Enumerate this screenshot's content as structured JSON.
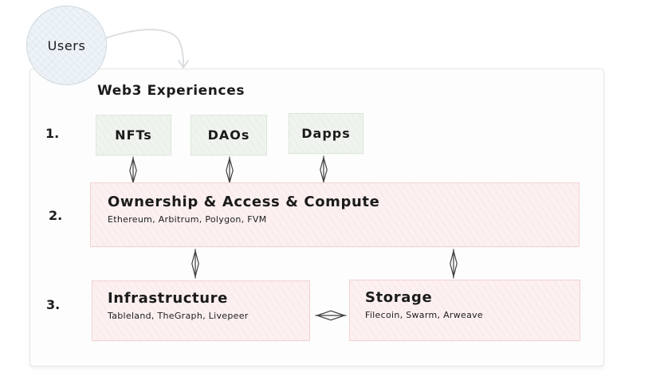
{
  "users": {
    "label": "Users"
  },
  "panel": {
    "title": "Web3 Experiences"
  },
  "rows": [
    {
      "number": "1."
    },
    {
      "number": "2."
    },
    {
      "number": "3."
    }
  ],
  "experience_boxes": [
    {
      "label": "NFTs"
    },
    {
      "label": "DAOs"
    },
    {
      "label": "Dapps"
    }
  ],
  "ownership_box": {
    "title": "Ownership & Access & Compute",
    "subtitle": "Ethereum, Arbitrum, Polygon, FVM"
  },
  "infrastructure_box": {
    "title": "Infrastructure",
    "subtitle": "Tableland, TheGraph, Livepeer"
  },
  "storage_box": {
    "title": "Storage",
    "subtitle": "Filecoin, Swarm, Arweave"
  },
  "icons": {
    "vertical_arrow": "double-arrow-vertical",
    "horizontal_arrow": "double-arrow-horizontal",
    "users_connector": "curved-connector-down-arrow"
  },
  "colors": {
    "experience_fill": "#eff4ee",
    "experience_border": "#dde6db",
    "protocol_fill": "#fcf0f0",
    "protocol_border": "#f2d3d3",
    "users_fill": "#eef3f7",
    "users_border": "#cfd9e0",
    "panel_fill": "#fdfdfd",
    "panel_border": "#e4e5e6",
    "arrow_stroke": "#3f3f3f",
    "connector_stroke": "#d7dbdf",
    "text": "#1b1b1b"
  }
}
